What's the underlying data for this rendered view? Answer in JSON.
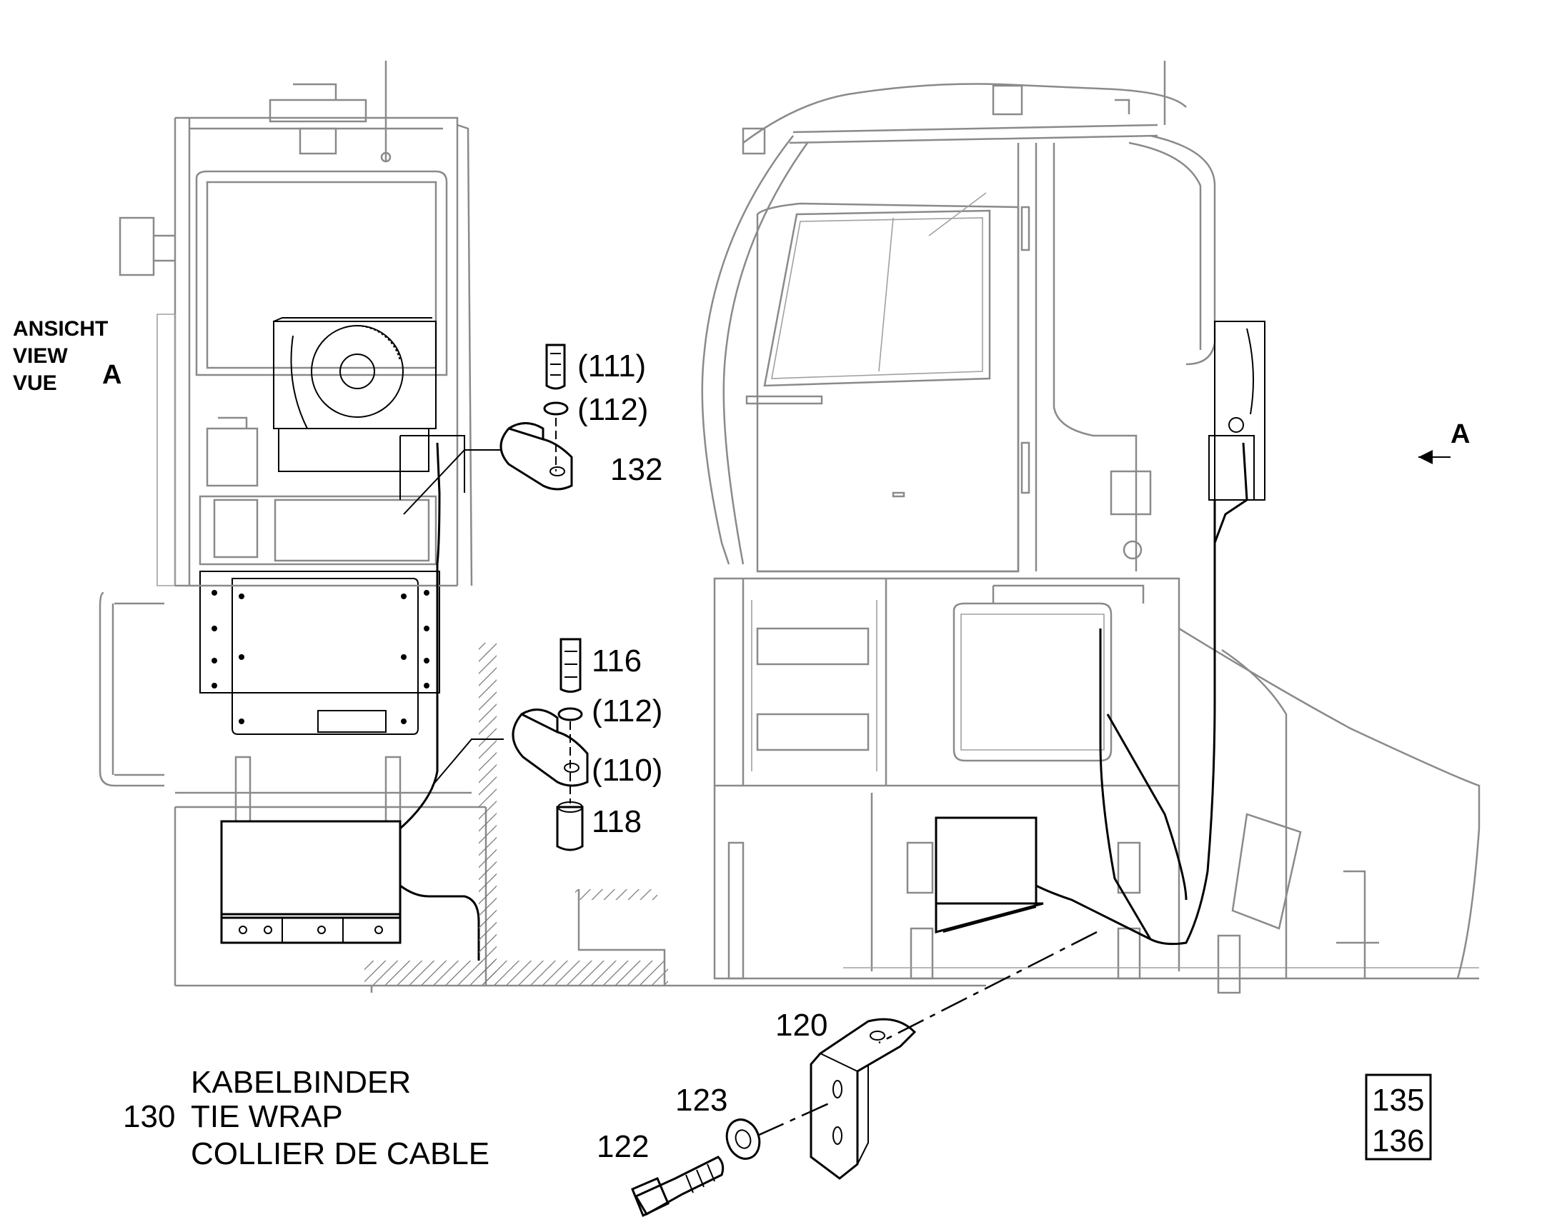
{
  "view_label": {
    "line1": "ANSICHT",
    "line2": "VIEW",
    "line3": "VUE",
    "letter": "A"
  },
  "view_arrow_letter": "A",
  "callouts": {
    "c111": "(111)",
    "c112a": "(112)",
    "c132": "132",
    "c116": "116",
    "c112b": "(112)",
    "c110": "(110)",
    "c118": "118",
    "c120": "120",
    "c123": "123",
    "c122": "122",
    "c130": "130"
  },
  "tie_wrap_note": {
    "line_de": "KABELBINDER",
    "line_en": "TIE WRAP",
    "line_fr": "COLLIER DE CABLE"
  },
  "page_box": {
    "line1": "135",
    "line2": "136"
  }
}
